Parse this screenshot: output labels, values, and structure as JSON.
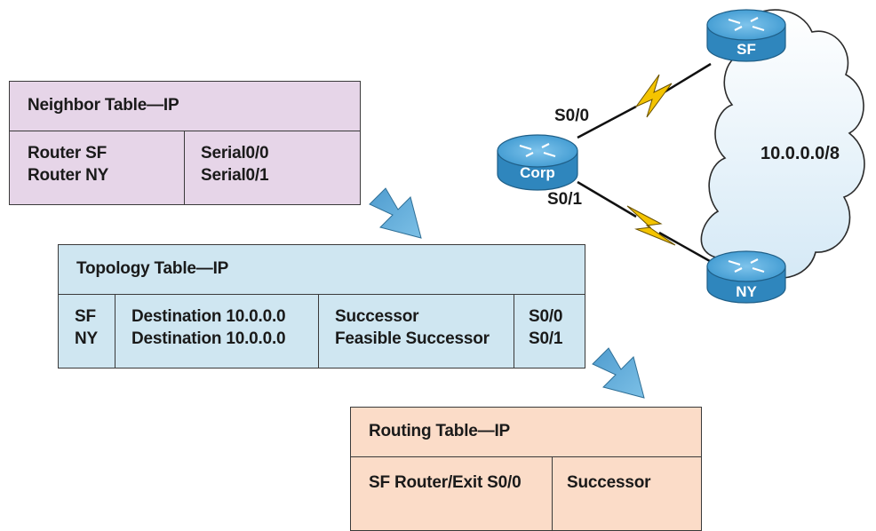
{
  "neighbor_table": {
    "title": "Neighbor Table—IP",
    "col1": [
      "Router SF",
      "Router NY"
    ],
    "col2": [
      "Serial0/0",
      "Serial0/1"
    ]
  },
  "topology_table": {
    "title": "Topology Table—IP",
    "col1": [
      "SF",
      "NY"
    ],
    "col2": [
      "Destination 10.0.0.0",
      "Destination 10.0.0.0"
    ],
    "col3": [
      "Successor",
      "Feasible Successor"
    ],
    "col4": [
      "S0/0",
      "S0/1"
    ]
  },
  "routing_table": {
    "title": "Routing Table—IP",
    "col1": "SF Router/Exit S0/0",
    "col2": "Successor"
  },
  "network": {
    "cloud_label": "10.0.0.0/8",
    "routers": {
      "corp": "Corp",
      "sf": "SF",
      "ny": "NY"
    },
    "interfaces": {
      "s00": "S0/0",
      "s01": "S0/1"
    }
  },
  "colors": {
    "neighbor_fill": "#e6d5e8",
    "topology_fill": "#cfe6f1",
    "routing_fill": "#fbdcc8",
    "router_fill": "#3b9fd6",
    "link_bolt": "#f4c400",
    "flow_arrow": "#5aa8d6"
  }
}
